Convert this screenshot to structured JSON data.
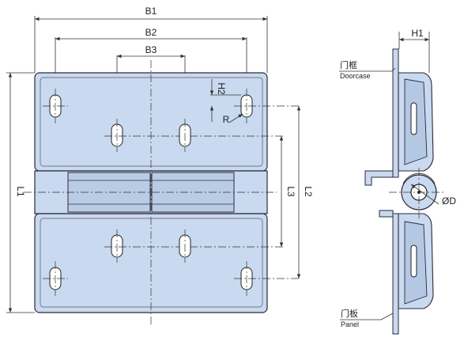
{
  "dimensions": {
    "b1": "B1",
    "b2": "B2",
    "b3": "B3",
    "h1": "H1",
    "h2": "H2",
    "r": "R",
    "l1": "L1",
    "l2": "L2",
    "l3": "L3",
    "d": "ØD"
  },
  "labels": {
    "doorcase_cn": "门框",
    "doorcase_en": "Doorcase",
    "panel_cn": "门板",
    "panel_en": "Panel"
  }
}
